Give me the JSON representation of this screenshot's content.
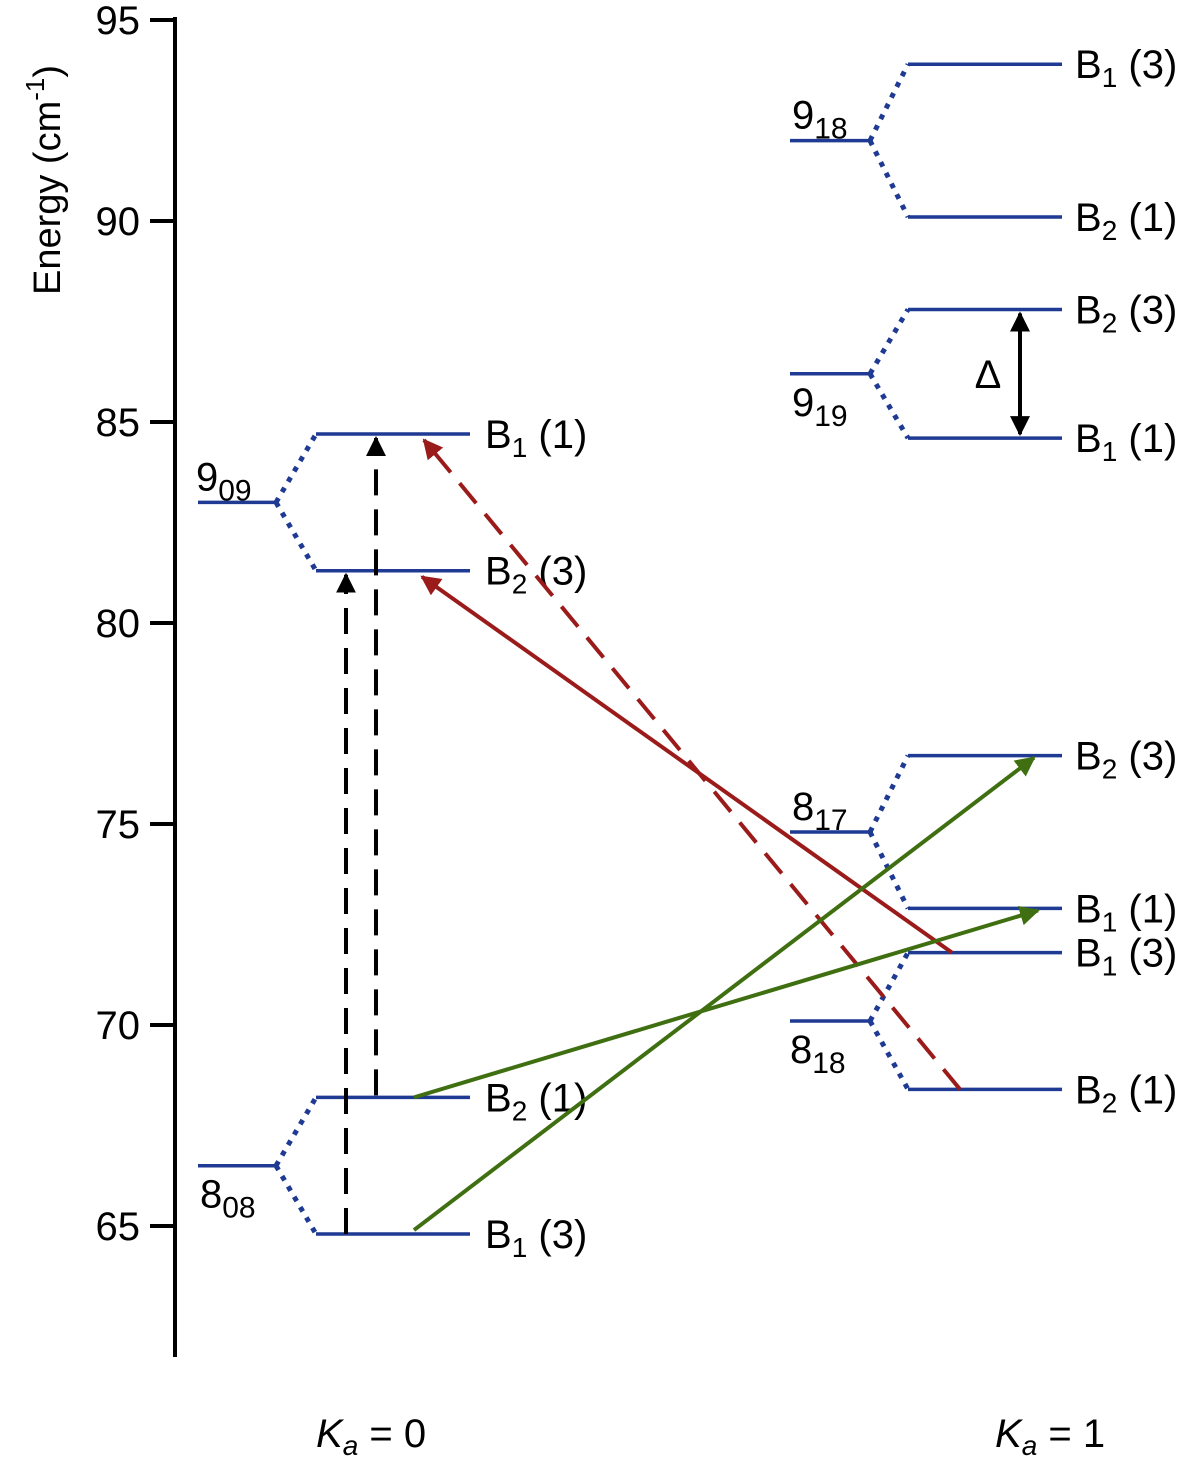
{
  "axis": {
    "title": "Energy (cm",
    "title_sup": "-1",
    "title_close": ")",
    "ticks": [
      {
        "value": 65,
        "label": "65"
      },
      {
        "value": 70,
        "label": "70"
      },
      {
        "value": 75,
        "label": "75"
      },
      {
        "value": 80,
        "label": "80"
      },
      {
        "value": 85,
        "label": "85"
      },
      {
        "value": 90,
        "label": "90"
      },
      {
        "value": 95,
        "label": "95"
      }
    ]
  },
  "ka_labels": {
    "left": {
      "k": "K",
      "sub": "a",
      "rest": " = 0"
    },
    "right": {
      "k": "K",
      "sub": "a",
      "rest": " = 1"
    }
  },
  "levels": [
    {
      "id": "8_08",
      "main": "8",
      "sub": "08",
      "energy": 66.5,
      "sublevels": [
        {
          "energy": 68.2,
          "sym": "B",
          "sub": "2",
          "mult": " (1)"
        },
        {
          "energy": 64.8,
          "sym": "B",
          "sub": "1",
          "mult": " (3)"
        }
      ]
    },
    {
      "id": "9_09",
      "main": "9",
      "sub": "09",
      "energy": 83.0,
      "sublevels": [
        {
          "energy": 84.7,
          "sym": "B",
          "sub": "1",
          "mult": " (1)"
        },
        {
          "energy": 81.3,
          "sym": "B",
          "sub": "2",
          "mult": " (3)"
        }
      ]
    },
    {
      "id": "8_18",
      "main": "8",
      "sub": "18",
      "energy": 70.1,
      "sublevels": [
        {
          "energy": 71.8,
          "sym": "B",
          "sub": "1",
          "mult": " (3)"
        },
        {
          "energy": 68.4,
          "sym": "B",
          "sub": "2",
          "mult": " (1)"
        }
      ]
    },
    {
      "id": "8_17",
      "main": "8",
      "sub": "17",
      "energy": 74.8,
      "sublevels": [
        {
          "energy": 76.7,
          "sym": "B",
          "sub": "2",
          "mult": " (3)"
        },
        {
          "energy": 72.9,
          "sym": "B",
          "sub": "1",
          "mult": " (1)"
        }
      ]
    },
    {
      "id": "9_19",
      "main": "9",
      "sub": "19",
      "energy": 86.2,
      "sublevels": [
        {
          "energy": 87.8,
          "sym": "B",
          "sub": "2",
          "mult": " (3)"
        },
        {
          "energy": 84.6,
          "sym": "B",
          "sub": "1",
          "mult": " (1)"
        }
      ]
    },
    {
      "id": "9_18",
      "main": "9",
      "sub": "18",
      "energy": 92.0,
      "sublevels": [
        {
          "energy": 93.9,
          "sym": "B",
          "sub": "1",
          "mult": " (3)"
        },
        {
          "energy": 90.1,
          "sym": "B",
          "sub": "2",
          "mult": " (1)"
        }
      ]
    }
  ],
  "delta_symbol": "Δ",
  "colors": {
    "level": "#1f3a93",
    "axis": "#000000",
    "dark_red": "#9b1b1b",
    "green": "#3f6f10",
    "black": "#000000"
  }
}
